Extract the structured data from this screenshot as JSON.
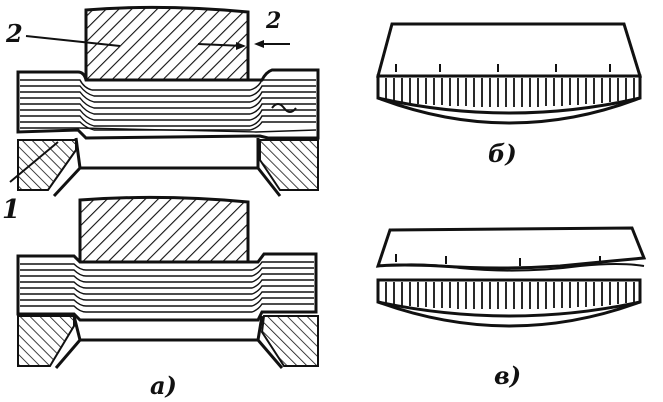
{
  "labels": {
    "num_2_left": "2",
    "num_2_right": "2",
    "num_1": "1",
    "caption_a": "a)",
    "caption_b": "б)",
    "caption_v": "в)"
  },
  "colors": {
    "ink": "#111111",
    "paper": "#ffffff"
  }
}
